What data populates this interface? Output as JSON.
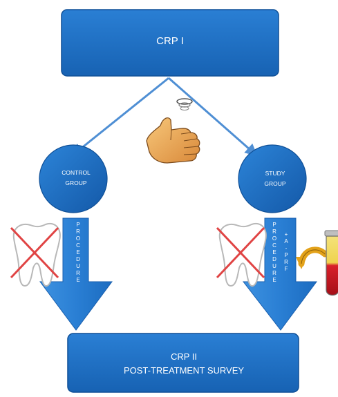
{
  "top_box": {
    "label": "CRP I"
  },
  "control_group": {
    "line1": "CONTROL",
    "line2": "GROUP"
  },
  "study_group": {
    "line1": "STUDY",
    "line2": "GROUP"
  },
  "control_arrow": {
    "letters": [
      "P",
      "R",
      "O",
      "C",
      "E",
      "D",
      "U",
      "R",
      "E"
    ]
  },
  "study_arrow": {
    "letters": [
      "P",
      "R",
      "O",
      "C",
      "E",
      "D",
      "U",
      "R",
      "E"
    ],
    "extra_letters": [
      "+",
      "A",
      "-",
      "P",
      "R",
      "F"
    ]
  },
  "bottom_box": {
    "line1": "CRP II",
    "line2": "POST-TREATMENT SURVEY"
  },
  "colors": {
    "box_fill": "#1d6fc2",
    "box_stroke": "#0f4f96",
    "arrow_fill": "#2f86dc",
    "connector": "#4f8fd4",
    "text": "#ffffff",
    "cross": "#d93a3a"
  },
  "icons": {
    "coin_flip": "thumb-coin-flip-icon",
    "extracted_tooth": "crossed-out-tooth-icon",
    "test_tube": "blood-test-tube-icon",
    "curved_arrow": "curved-arrow-icon"
  }
}
